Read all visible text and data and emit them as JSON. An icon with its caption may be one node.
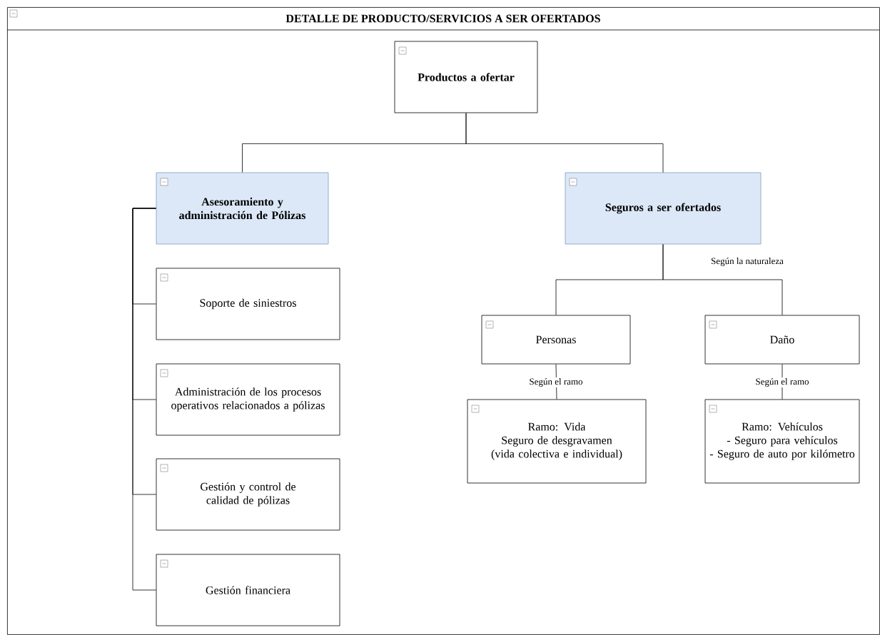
{
  "diagram": {
    "nodes": [
      {
        "text": [
          "DETALLE DE PRODUCTO/SERVICIOS A SER OFERTADOS"
        ]
      },
      {
        "text": [
          "Productos a ofertar"
        ],
        "in": 0
      },
      {
        "text": [
          "Asesoramiento y administración de Pólizas"
        ],
        "in": 0
      },
      {
        "text": [
          "Seguros a ser ofertados"
        ],
        "in": 0
      },
      {
        "text": [
          "Soporte de siniestros"
        ],
        "in": 0
      },
      {
        "text": [
          "Administración de los procesos operativos relacionados a pólizas"
        ],
        "in": 0
      },
      {
        "text": [
          "Gestión y control de calidad de pólizas"
        ],
        "in": 0
      },
      {
        "text": [
          "Gestión financiera"
        ],
        "in": 0
      },
      {
        "text": [
          "Personas"
        ],
        "in": 0
      },
      {
        "text": [
          "Daño"
        ],
        "in": 0
      },
      {
        "text": [
          "Ramo: Vida",
          "Seguro de desgravamen (vida colectiva e individual)"
        ],
        "in": 0
      },
      {
        "text": [
          "Ramo: Vehículos",
          "- Seguro para vehículos",
          "- Seguro de auto por kilómetro"
        ],
        "in": 0
      }
    ],
    "edges": [
      {
        "from": 1,
        "to": 2,
        "arrow": "none"
      },
      {
        "from": 1,
        "to": 3,
        "arrow": "none"
      },
      {
        "from": 2,
        "to": 4,
        "arrow": "none"
      },
      {
        "from": 2,
        "to": 5,
        "arrow": "none"
      },
      {
        "from": 2,
        "to": 6,
        "arrow": "none"
      },
      {
        "from": 2,
        "to": 7,
        "arrow": "none"
      },
      {
        "from": 3,
        "to": 8,
        "arrow": "none"
      },
      {
        "from": 3,
        "to": 9,
        "arrow": "none",
        "label": "Según la naturaleza"
      },
      {
        "from": 8,
        "to": 10,
        "arrow": "none",
        "label": "Según el ramo"
      },
      {
        "from": 9,
        "to": 11,
        "arrow": "none",
        "label": "Según el ramo"
      }
    ]
  }
}
